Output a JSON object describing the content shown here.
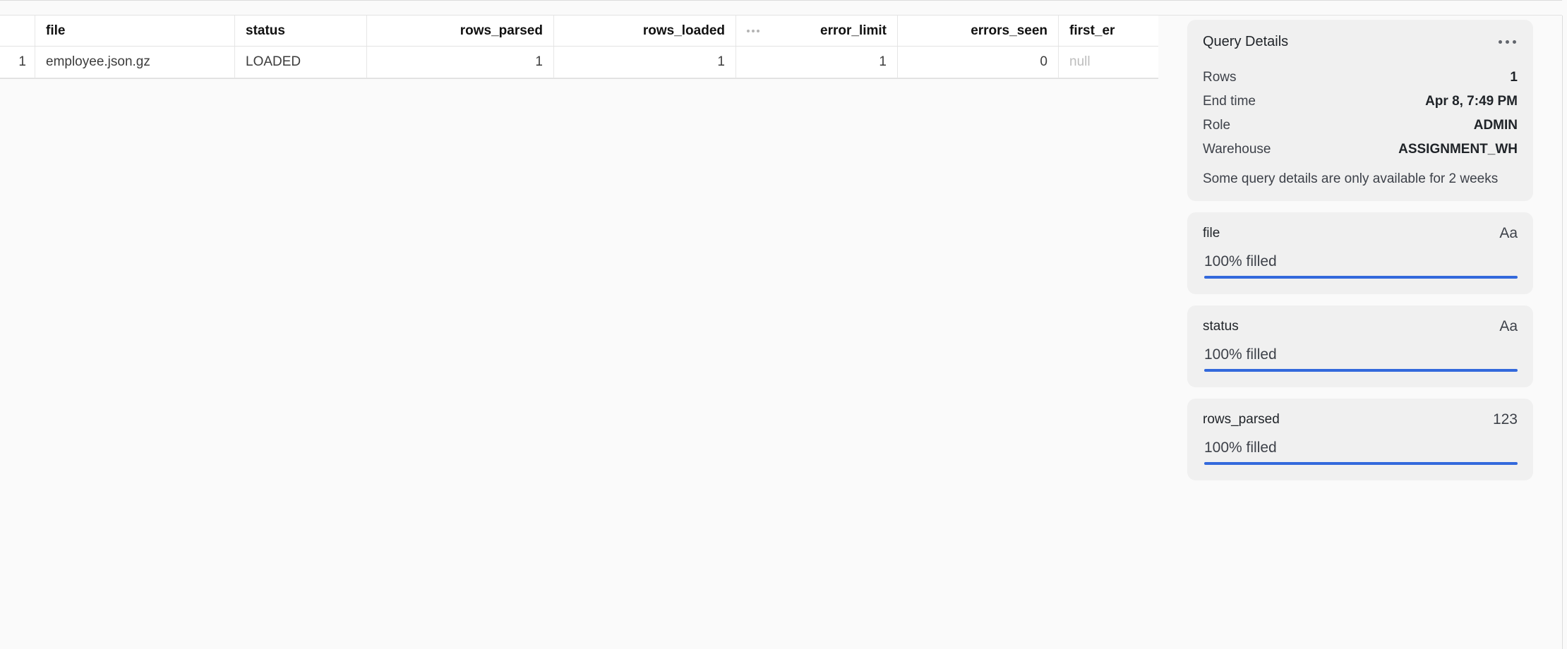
{
  "grid": {
    "columns": [
      {
        "key": "gutter",
        "label": "",
        "align": "right",
        "width_class": "gutter"
      },
      {
        "key": "file",
        "label": "file",
        "align": "left",
        "width_class": "col-file"
      },
      {
        "key": "status",
        "label": "status",
        "align": "left",
        "width_class": "col-status"
      },
      {
        "key": "rows_parsed",
        "label": "rows_parsed",
        "align": "right",
        "width_class": "col-rp"
      },
      {
        "key": "rows_loaded",
        "label": "rows_loaded",
        "align": "right",
        "width_class": "col-rl"
      },
      {
        "key": "error_limit",
        "label": "error_limit",
        "align": "right",
        "width_class": "col-el",
        "has_menu": true
      },
      {
        "key": "errors_seen",
        "label": "errors_seen",
        "align": "right",
        "width_class": "col-es"
      },
      {
        "key": "first_error",
        "label": "first_er",
        "align": "left",
        "width_class": "col-fe",
        "clipped": true
      }
    ],
    "rows": [
      {
        "index": "1",
        "file": "employee.json.gz",
        "status": "LOADED",
        "rows_parsed": "1",
        "rows_loaded": "1",
        "error_limit": "1",
        "errors_seen": "0",
        "first_error": "null"
      }
    ]
  },
  "details": {
    "title": "Query Details",
    "menu_icon": "ellipsis-icon",
    "items": [
      {
        "label": "Rows",
        "value": "1"
      },
      {
        "label": "End time",
        "value": "Apr 8, 7:49 PM"
      },
      {
        "label": "Role",
        "value": "ADMIN"
      },
      {
        "label": "Warehouse",
        "value": "ASSIGNMENT_WH"
      }
    ],
    "note": "Some query details are only available for 2 weeks"
  },
  "column_stats": [
    {
      "name": "file",
      "type_badge": "Aa",
      "filled_label": "100% filled",
      "filled_pct": 100
    },
    {
      "name": "status",
      "type_badge": "Aa",
      "filled_label": "100% filled",
      "filled_pct": 100
    },
    {
      "name": "rows_parsed",
      "type_badge": "123",
      "filled_label": "100% filled",
      "filled_pct": 100
    }
  ],
  "colors": {
    "accent_blue": "#3369dc",
    "card_bg": "#f0f0f0",
    "page_bg": "#fafafa",
    "null_text": "#bdbdbd"
  }
}
